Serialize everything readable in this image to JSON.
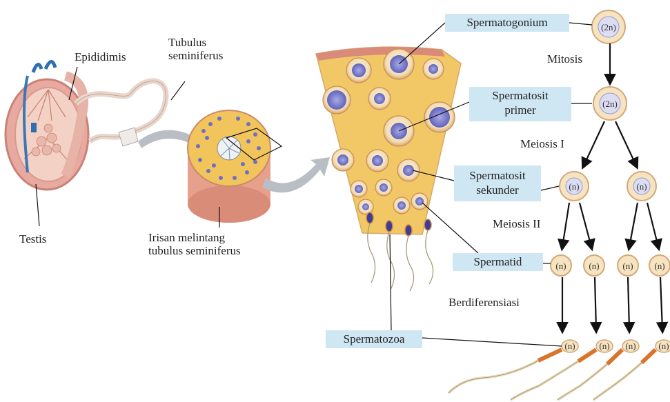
{
  "labels": {
    "epididimis": "Epididimis",
    "tubulus": "Tubulus\nseminiferus",
    "testis": "Testis",
    "irisan": "Irisan melintang\ntubulus seminiferus",
    "mitosis": "Mitosis",
    "meiosis1": "Meiosis I",
    "meiosis2": "Meiosis II",
    "berdiferensiasi": "Berdiferensiasi"
  },
  "boxes": {
    "spermatogonium": "Spermatogonium",
    "spermatosit_primer": "Spermatosit\nprimer",
    "spermatosit_sekunder": "Spermatosit\nsekunder",
    "spermatid": "Spermatid",
    "spermatozoa": "Spermatozoa"
  },
  "ploidy": {
    "diploid": "(2n)",
    "haploid": "(n)"
  },
  "colors": {
    "label_box": "#cfe6f3",
    "tissue": "#f2c766",
    "nucleus": "#6d6fc4",
    "cell_fill": "#f6e3c0",
    "testis_pink": "#e8a9a0",
    "arrow_gray": "#b9bec4",
    "sperm_midpiece": "#d9742a"
  },
  "icons": [
    "testis-illustration",
    "tubule-cross-section",
    "tissue-section",
    "sperm-cell"
  ]
}
